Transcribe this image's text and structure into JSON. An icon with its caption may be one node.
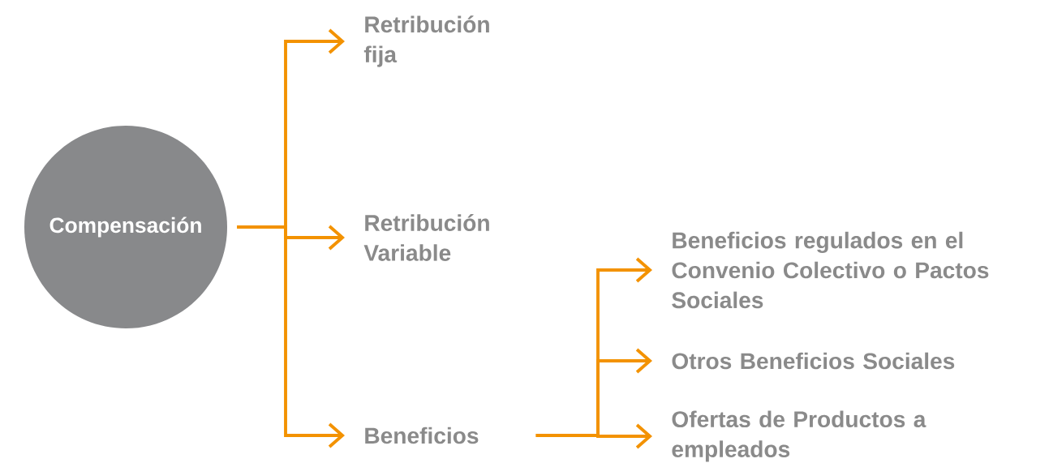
{
  "diagram": {
    "nodes": [
      {
        "text": [
          "Compensación"
        ]
      },
      {
        "text": [
          "Retribución fija"
        ]
      },
      {
        "text": [
          "Retribución Variable"
        ]
      },
      {
        "text": [
          "Beneficios"
        ]
      },
      {
        "text": [
          "Beneficios regulados en el Convenio Colectivo o Pactos Sociales"
        ]
      },
      {
        "text": [
          "Otros Beneficios Sociales"
        ]
      },
      {
        "text": [
          "Ofertas de Productos a empleados"
        ]
      }
    ],
    "edges": [
      {
        "from": 0,
        "to": 1,
        "arrow": "to"
      },
      {
        "from": 0,
        "to": 2,
        "arrow": "to"
      },
      {
        "from": 0,
        "to": 3,
        "arrow": "to"
      },
      {
        "from": 3,
        "to": 4,
        "arrow": "to"
      },
      {
        "from": 3,
        "to": 5,
        "arrow": "to"
      },
      {
        "from": 3,
        "to": 6,
        "arrow": "to"
      }
    ]
  }
}
